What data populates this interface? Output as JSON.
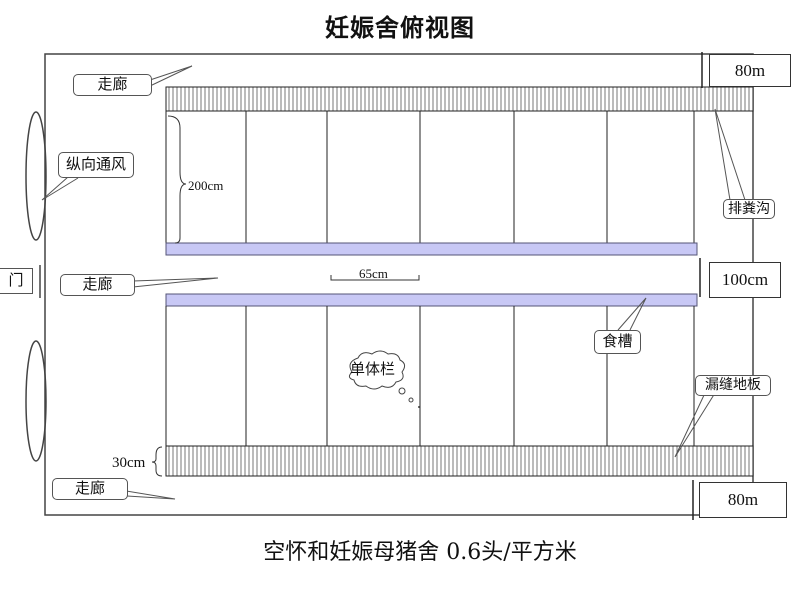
{
  "title": "妊娠舍俯视图",
  "caption": "空怀和妊娠母猪舍 0.6头/平方米",
  "labels": {
    "corridor_top": "走廊",
    "corridor_middle": "走廊",
    "corridor_bottom": "走廊",
    "ventilation": "纵向通风",
    "door": "门",
    "manure_channel": "排粪沟",
    "feed_trough": "食槽",
    "single_stall": "单体栏",
    "slatted_floor": "漏缝地板"
  },
  "dimensions": {
    "stall_depth": "200cm",
    "stall_width": "65cm",
    "channel_width": "30cm",
    "top_corridor_width": "80m",
    "middle_corridor_width": "100cm",
    "bottom_corridor_width": "80m"
  },
  "colors": {
    "trough_fill": "#c8c8f5",
    "trough_border": "#555577",
    "line": "#222222",
    "hatch": "#777777"
  },
  "stall_rows": 2,
  "stalls_per_row": 7
}
